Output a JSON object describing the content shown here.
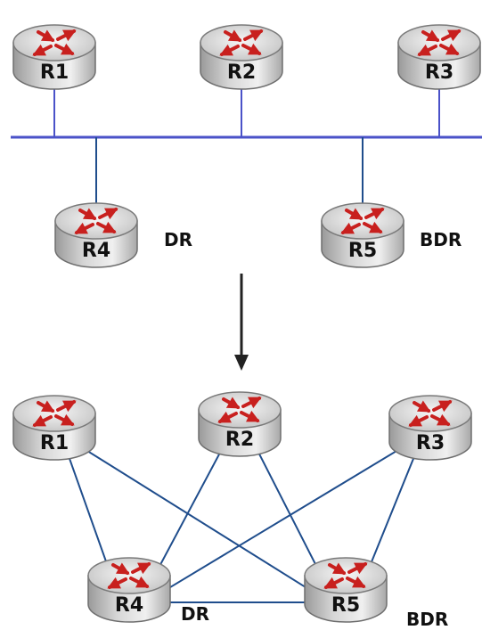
{
  "colors": {
    "bus": "#4a52c8",
    "links": "#1f4d8c",
    "arrow": "#222222",
    "router_body": "#c9c9c9",
    "router_top": "#e8e8e8",
    "router_arrows": "#c8201e"
  },
  "icons": {
    "router": "router-icon",
    "arrow": "down-arrow-icon"
  },
  "top": {
    "routers": [
      {
        "id": "R1",
        "label": "R1",
        "role": ""
      },
      {
        "id": "R2",
        "label": "R2",
        "role": ""
      },
      {
        "id": "R3",
        "label": "R3",
        "role": ""
      },
      {
        "id": "R4",
        "label": "R4",
        "role": "DR"
      },
      {
        "id": "R5",
        "label": "R5",
        "role": "BDR"
      }
    ]
  },
  "bottom": {
    "routers": [
      {
        "id": "R1",
        "label": "R1",
        "role": ""
      },
      {
        "id": "R2",
        "label": "R2",
        "role": ""
      },
      {
        "id": "R3",
        "label": "R3",
        "role": ""
      },
      {
        "id": "R4",
        "label": "R4",
        "role": "DR"
      },
      {
        "id": "R5",
        "label": "R5",
        "role": "BDR"
      }
    ],
    "adjacencies": [
      [
        "R1",
        "R4"
      ],
      [
        "R1",
        "R5"
      ],
      [
        "R2",
        "R4"
      ],
      [
        "R2",
        "R5"
      ],
      [
        "R3",
        "R4"
      ],
      [
        "R3",
        "R5"
      ],
      [
        "R4",
        "R5"
      ]
    ]
  }
}
